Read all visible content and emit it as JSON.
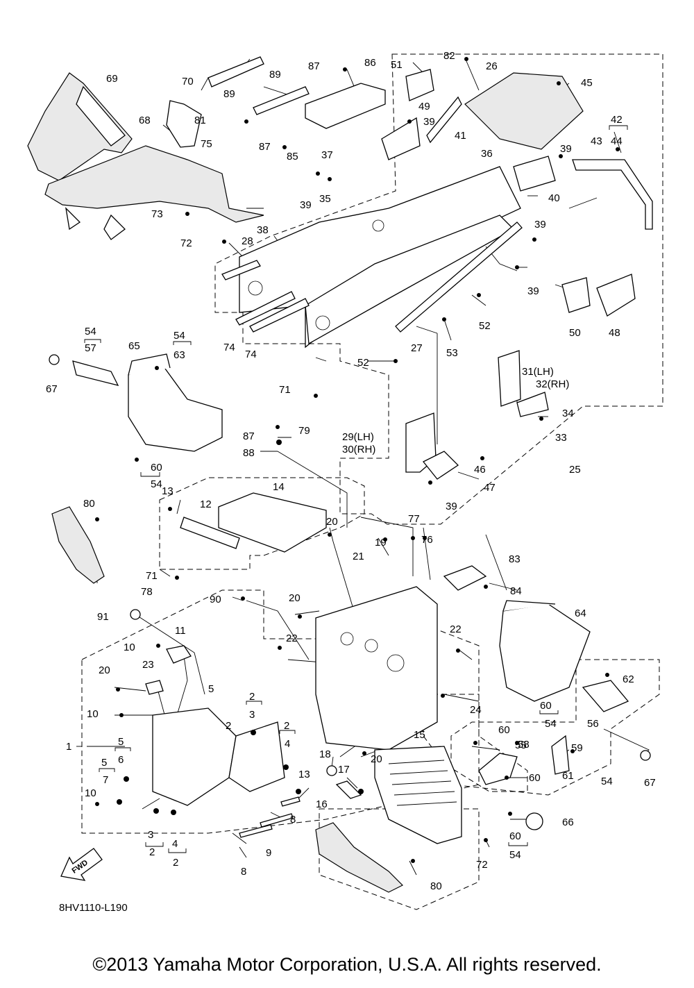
{
  "diagram_code": "8HV1110-L190",
  "copyright": "©2013 Yamaha Motor Corporation, U.S.A. All rights reserved.",
  "fwd_label": "FWD",
  "callouts": [
    {
      "id": "c69",
      "text": "69"
    },
    {
      "id": "c70",
      "text": "70"
    },
    {
      "id": "c89a",
      "text": "89"
    },
    {
      "id": "c89b",
      "text": "89"
    },
    {
      "id": "c87a",
      "text": "87"
    },
    {
      "id": "c86",
      "text": "86"
    },
    {
      "id": "c51",
      "text": "51"
    },
    {
      "id": "c82",
      "text": "82"
    },
    {
      "id": "c26",
      "text": "26"
    },
    {
      "id": "c45",
      "text": "45"
    },
    {
      "id": "c68",
      "text": "68"
    },
    {
      "id": "c81",
      "text": "81"
    },
    {
      "id": "c39a",
      "text": "39"
    },
    {
      "id": "c49",
      "text": "49"
    },
    {
      "id": "c41",
      "text": "41"
    },
    {
      "id": "c42",
      "text": "42"
    },
    {
      "id": "c43",
      "text": "43"
    },
    {
      "id": "c44",
      "text": "44"
    },
    {
      "id": "c75",
      "text": "75"
    },
    {
      "id": "c87b",
      "text": "87"
    },
    {
      "id": "c85",
      "text": "85"
    },
    {
      "id": "c37",
      "text": "37"
    },
    {
      "id": "c36",
      "text": "36"
    },
    {
      "id": "c39b",
      "text": "39"
    },
    {
      "id": "c39c",
      "text": "39"
    },
    {
      "id": "c35",
      "text": "35"
    },
    {
      "id": "c40",
      "text": "40"
    },
    {
      "id": "c73",
      "text": "73"
    },
    {
      "id": "c38",
      "text": "38"
    },
    {
      "id": "c28",
      "text": "28"
    },
    {
      "id": "c39d",
      "text": "39"
    },
    {
      "id": "c72a",
      "text": "72"
    },
    {
      "id": "c39e",
      "text": "39"
    },
    {
      "id": "c50",
      "text": "50"
    },
    {
      "id": "c48",
      "text": "48"
    },
    {
      "id": "c52a",
      "text": "52"
    },
    {
      "id": "c54a",
      "text": "54"
    },
    {
      "id": "c57",
      "text": "57"
    },
    {
      "id": "c65",
      "text": "65"
    },
    {
      "id": "c54b",
      "text": "54"
    },
    {
      "id": "c63",
      "text": "63"
    },
    {
      "id": "c74a",
      "text": "74"
    },
    {
      "id": "c74b",
      "text": "74"
    },
    {
      "id": "c27",
      "text": "27"
    },
    {
      "id": "c53",
      "text": "53"
    },
    {
      "id": "c67a",
      "text": "67"
    },
    {
      "id": "c52b",
      "text": "52"
    },
    {
      "id": "c31",
      "text": "31(LH)"
    },
    {
      "id": "c32",
      "text": "32(RH)"
    },
    {
      "id": "c71a",
      "text": "71"
    },
    {
      "id": "c34",
      "text": "34"
    },
    {
      "id": "c79",
      "text": "79"
    },
    {
      "id": "c33",
      "text": "33"
    },
    {
      "id": "c87c",
      "text": "87"
    },
    {
      "id": "c29",
      "text": "29(LH)"
    },
    {
      "id": "c30",
      "text": "30(RH)"
    },
    {
      "id": "c88",
      "text": "88"
    },
    {
      "id": "c60a",
      "text": "60"
    },
    {
      "id": "c54c",
      "text": "54"
    },
    {
      "id": "c46",
      "text": "46"
    },
    {
      "id": "c25",
      "text": "25"
    },
    {
      "id": "c47",
      "text": "47"
    },
    {
      "id": "c39f",
      "text": "39"
    },
    {
      "id": "c13a",
      "text": "13"
    },
    {
      "id": "c14",
      "text": "14"
    },
    {
      "id": "c80a",
      "text": "80"
    },
    {
      "id": "c12",
      "text": "12"
    },
    {
      "id": "c20a",
      "text": "20"
    },
    {
      "id": "c77",
      "text": "77"
    },
    {
      "id": "c76",
      "text": "76"
    },
    {
      "id": "c19",
      "text": "19"
    },
    {
      "id": "c83",
      "text": "83"
    },
    {
      "id": "c21",
      "text": "21"
    },
    {
      "id": "c71b",
      "text": "71"
    },
    {
      "id": "c78",
      "text": "78"
    },
    {
      "id": "c84",
      "text": "84"
    },
    {
      "id": "c90",
      "text": "90"
    },
    {
      "id": "c20b",
      "text": "20"
    },
    {
      "id": "c64",
      "text": "64"
    },
    {
      "id": "c91",
      "text": "91"
    },
    {
      "id": "c11",
      "text": "11"
    },
    {
      "id": "c22a",
      "text": "22"
    },
    {
      "id": "c22b",
      "text": "22"
    },
    {
      "id": "c10a",
      "text": "10"
    },
    {
      "id": "c23",
      "text": "23"
    },
    {
      "id": "c20c",
      "text": "20"
    },
    {
      "id": "c62",
      "text": "62"
    },
    {
      "id": "c5a",
      "text": "5"
    },
    {
      "id": "c24",
      "text": "24"
    },
    {
      "id": "c60b",
      "text": "60"
    },
    {
      "id": "c54d",
      "text": "54"
    },
    {
      "id": "c56",
      "text": "56"
    },
    {
      "id": "c10b",
      "text": "10"
    },
    {
      "id": "c2a",
      "text": "2"
    },
    {
      "id": "c3a",
      "text": "3"
    },
    {
      "id": "c2b",
      "text": "2"
    },
    {
      "id": "c2c",
      "text": "2"
    },
    {
      "id": "c4a",
      "text": "4"
    },
    {
      "id": "c1",
      "text": "1"
    },
    {
      "id": "c5b",
      "text": "5"
    },
    {
      "id": "c6",
      "text": "6"
    },
    {
      "id": "c60c",
      "text": "60"
    },
    {
      "id": "c20d",
      "text": "20"
    },
    {
      "id": "c15",
      "text": "15"
    },
    {
      "id": "c55",
      "text": "55"
    },
    {
      "id": "c58",
      "text": "58"
    },
    {
      "id": "c59",
      "text": "59"
    },
    {
      "id": "c5c",
      "text": "5"
    },
    {
      "id": "c7",
      "text": "7"
    },
    {
      "id": "c18",
      "text": "18"
    },
    {
      "id": "c17",
      "text": "17"
    },
    {
      "id": "c13b",
      "text": "13"
    },
    {
      "id": "c60d",
      "text": "60"
    },
    {
      "id": "c61",
      "text": "61"
    },
    {
      "id": "c54e",
      "text": "54"
    },
    {
      "id": "c67b",
      "text": "67"
    },
    {
      "id": "c10c",
      "text": "10"
    },
    {
      "id": "c16",
      "text": "16"
    },
    {
      "id": "c8a",
      "text": "8"
    },
    {
      "id": "c66",
      "text": "66"
    },
    {
      "id": "c3b",
      "text": "3"
    },
    {
      "id": "c2d",
      "text": "2"
    },
    {
      "id": "c4b",
      "text": "4"
    },
    {
      "id": "c2e",
      "text": "2"
    },
    {
      "id": "c9",
      "text": "9"
    },
    {
      "id": "c60e",
      "text": "60"
    },
    {
      "id": "c54f",
      "text": "54"
    },
    {
      "id": "c72b",
      "text": "72"
    },
    {
      "id": "c8b",
      "text": "8"
    },
    {
      "id": "c80b",
      "text": "80"
    }
  ]
}
